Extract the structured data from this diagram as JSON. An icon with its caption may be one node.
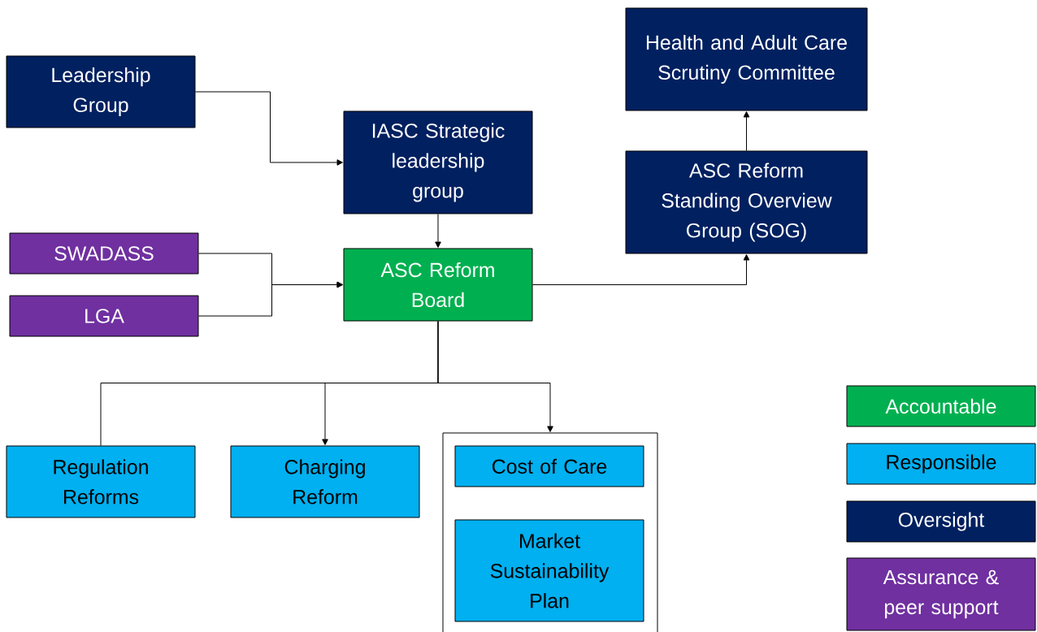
{
  "diagram": {
    "nodes": [
      {
        "text": [
          "Health and Adult Care Scrutiny Committee"
        ]
      },
      {
        "text": [
          "Leadership Group"
        ]
      },
      {
        "text": [
          "IASC Strategic leadership group"
        ]
      },
      {
        "text": [
          "ASC Reform Standing Overview Group (SOG)"
        ]
      },
      {
        "text": [
          "SWADASS"
        ]
      },
      {
        "text": [
          "ASC Reform Board"
        ]
      },
      {
        "text": [
          "LGA"
        ]
      },
      {
        "text": [
          "Regulation Reforms"
        ]
      },
      {
        "text": [
          "Charging Reform"
        ]
      },
      {
        "text": [],
        "shape": "box"
      },
      {
        "text": [
          "Cost of Care"
        ],
        "in": 9
      },
      {
        "text": [
          "Market Sustainability Plan"
        ],
        "in": 9
      }
    ],
    "edges": [
      {
        "from": 1,
        "to": 2,
        "arrow": "to"
      },
      {
        "from": 2,
        "to": 5,
        "arrow": "to"
      },
      {
        "from": 4,
        "to": 5,
        "arrow": "to"
      },
      {
        "from": 6,
        "to": 5,
        "arrow": "to"
      },
      {
        "from": 5,
        "to": 3,
        "arrow": "to"
      },
      {
        "from": 3,
        "to": 0,
        "arrow": "to"
      },
      {
        "from": 5,
        "to": 7,
        "arrow": "none"
      },
      {
        "from": 5,
        "to": 8,
        "arrow": "to"
      },
      {
        "from": 5,
        "to": 9,
        "arrow": "to"
      }
    ],
    "legend": [
      {
        "text": "Accountable",
        "color": "#00b050"
      },
      {
        "text": "Responsible",
        "color": "#00b0f0"
      },
      {
        "text": "Oversight",
        "color": "#002060"
      },
      {
        "text": "Assurance & peer support",
        "color": "#7030a0"
      }
    ]
  }
}
